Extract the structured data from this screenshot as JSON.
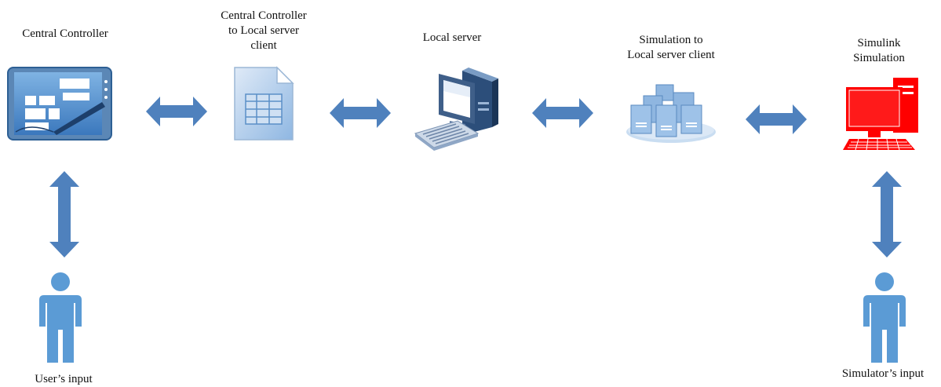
{
  "colors": {
    "arrow": "#4f81bd",
    "person": "#5b9bd5",
    "simulation_computer": "#ff0000"
  },
  "nodes": [
    {
      "id": "central-controller",
      "label_lines": [
        "Central Controller"
      ],
      "icon": "tablet-pen-icon"
    },
    {
      "id": "cc-to-local-client",
      "label_lines": [
        "Central Controller",
        "to Local server",
        "client"
      ],
      "icon": "spreadsheet-document-icon"
    },
    {
      "id": "local-server",
      "label_lines": [
        "Local server"
      ],
      "icon": "desktop-computer-icon"
    },
    {
      "id": "sim-to-local-client",
      "label_lines": [
        "Simulation to",
        "Local server client"
      ],
      "icon": "server-cluster-icon"
    },
    {
      "id": "simulink-simulation",
      "label_lines": [
        "Simulink",
        "Simulation"
      ],
      "icon": "red-computer-icon"
    }
  ],
  "actors": [
    {
      "id": "user",
      "label": "User’s input",
      "icon": "person-icon"
    },
    {
      "id": "simulator",
      "label": "Simulator’s input",
      "icon": "person-icon"
    }
  ],
  "connections": [
    {
      "from": "central-controller",
      "to": "cc-to-local-client",
      "direction": "bidirectional"
    },
    {
      "from": "cc-to-local-client",
      "to": "local-server",
      "direction": "bidirectional"
    },
    {
      "from": "local-server",
      "to": "sim-to-local-client",
      "direction": "bidirectional"
    },
    {
      "from": "sim-to-local-client",
      "to": "simulink-simulation",
      "direction": "bidirectional"
    },
    {
      "from": "user",
      "to": "central-controller",
      "direction": "bidirectional"
    },
    {
      "from": "simulator",
      "to": "simulink-simulation",
      "direction": "bidirectional"
    }
  ]
}
